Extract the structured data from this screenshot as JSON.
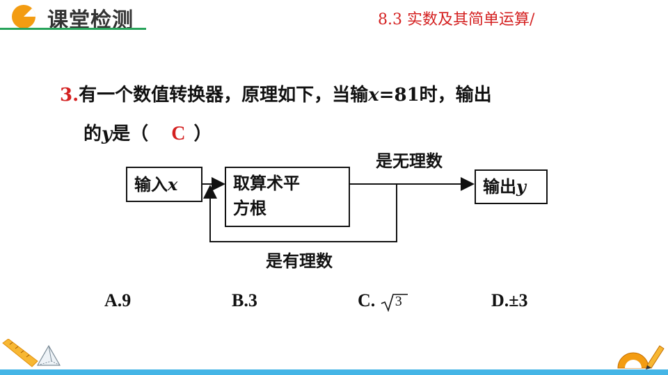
{
  "header": {
    "title": "课堂检测",
    "section": "8.3  实数及其简单运算/",
    "brand_color": "#f39c12",
    "line_color": "#27a35a"
  },
  "question": {
    "number": "3.",
    "line1_a": "有一个数值转换器，原理如下，当输",
    "line1_var": "x",
    "line1_b": "=81时，输出",
    "line2_a": "的",
    "line2_var": "y",
    "line2_b": "是（",
    "answer": "C",
    "line2_c": "）"
  },
  "flowchart": {
    "input_text": "输入",
    "input_var": "x",
    "process_line1": "取算术平",
    "process_line2": "方根",
    "output_text": "输出",
    "output_var": "y",
    "label_irrational": "是无理数",
    "label_rational": "是有理数"
  },
  "options": {
    "a": "A.9",
    "b": "B.3",
    "c_prefix": "C.",
    "c_radicand": "3",
    "d": "D.±3"
  },
  "colors": {
    "accent_red": "#d42020",
    "bottom_bar": "#45b5e6"
  }
}
